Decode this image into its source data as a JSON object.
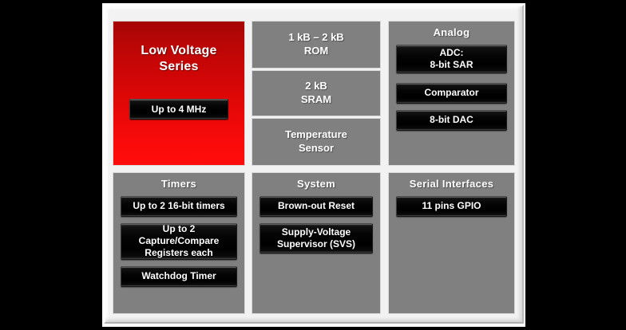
{
  "diagram": {
    "hero": {
      "title_line1": "Low Voltage",
      "title_line2": "Series",
      "speed_button": "Up to 4 MHz",
      "accent_color": "#ff0d0d"
    },
    "memory": {
      "rom_line1": "1 kB – 2 kB",
      "rom_line2": "ROM",
      "sram_line1": "2 kB",
      "sram_line2": "SRAM",
      "temp_line1": "Temperature",
      "temp_line2": "Sensor"
    },
    "analog": {
      "heading": "Analog",
      "adc_line1": "ADC:",
      "adc_line2": "8-bit SAR",
      "comparator": "Comparator",
      "dac": "8-bit DAC"
    },
    "timers": {
      "heading": "Timers",
      "item1": "Up to 2 16-bit timers",
      "item2_line1": "Up to 2",
      "item2_line2": "Capture/Compare",
      "item2_line3": "Registers each",
      "item3": "Watchdog Timer"
    },
    "system": {
      "heading": "System",
      "item1": "Brown-out Reset",
      "item2_line1": "Supply-Voltage",
      "item2_line2": "Supervisor (SVS)"
    },
    "serial": {
      "heading": "Serial Interfaces",
      "item1": "11 pins GPIO"
    }
  }
}
